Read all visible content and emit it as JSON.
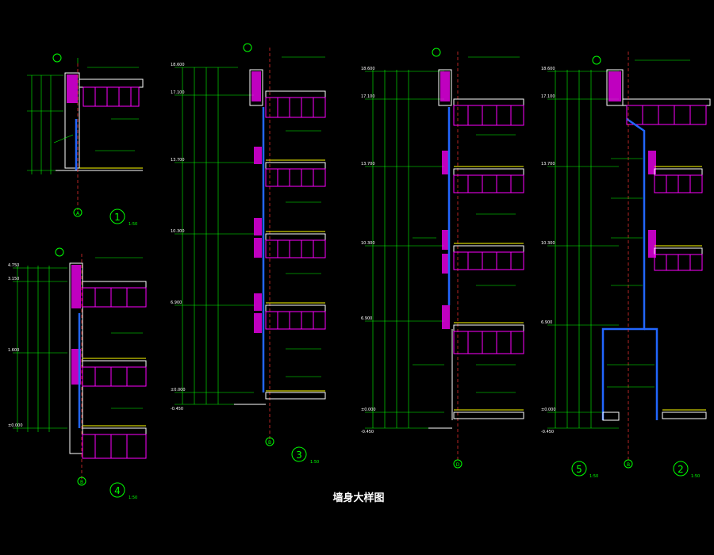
{
  "drawing": {
    "title": "墙身大样图",
    "colors": {
      "background": "#000000",
      "line_green": "#00ff00",
      "line_white": "#ffffff",
      "hatch_magenta": "#ff00ff",
      "wall_blue": "#2266ff",
      "axis_red": "#ff3333",
      "yellow": "#ffff00"
    }
  },
  "details": [
    {
      "id": "d1",
      "number": "1",
      "scale": "1:50",
      "axis": "A"
    },
    {
      "id": "d2",
      "number": "2",
      "scale": "1:50",
      "axis": "B"
    },
    {
      "id": "d3",
      "number": "3",
      "scale": "1:50",
      "axis": "B"
    },
    {
      "id": "d4",
      "number": "4",
      "scale": "1:50",
      "axis": "B"
    },
    {
      "id": "d5",
      "number": "5",
      "scale": "1:50",
      "axis": "D"
    }
  ],
  "elevations": {
    "d3": [
      "18.600",
      "17.100",
      "13.700",
      "10.300",
      "6.900",
      "±0.000",
      "-0.450"
    ],
    "d4": [
      "4.750",
      "3.150",
      "1.600",
      "±0.000"
    ],
    "d5": [
      "18.600",
      "17.100",
      "13.700",
      "10.300",
      "6.900",
      "±0.000",
      "-0.450"
    ],
    "d2": [
      "18.600",
      "17.100",
      "13.700",
      "10.300",
      "6.900",
      "±0.000",
      "-0.450"
    ]
  }
}
